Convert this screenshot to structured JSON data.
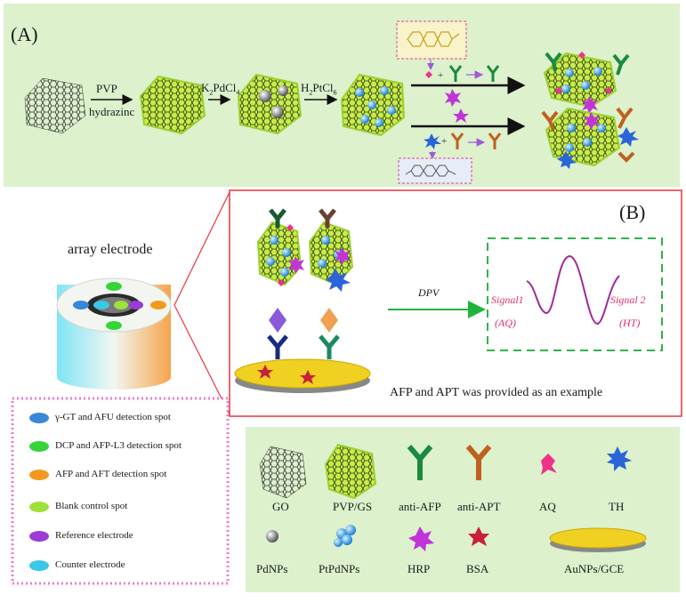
{
  "panel_a": {
    "label": "(A)",
    "step1_top": "PVP",
    "step1_bottom": "hydrazinc",
    "step2_main": "K",
    "step2_sub1": "2",
    "step2_mid": "PdCl",
    "step2_sub2": "4",
    "step3_main": "H",
    "step3_sub1": "2",
    "step3_mid": "PtCl",
    "step3_sub2": "6"
  },
  "panel_b": {
    "label": "(B)",
    "method": "DPV",
    "signal1": "Signal1",
    "signal1_sub": "(AQ)",
    "signal2": "Signal 2",
    "signal2_sub": "(HT)",
    "caption": "AFP and APT was provided as an example"
  },
  "array": {
    "title": "array electrode"
  },
  "spot_legend": [
    {
      "label": "γ-GT and  AFU detection spot",
      "color": "#3a86d9"
    },
    {
      "label": "DCP and AFP-L3 detection spot",
      "color": "#35d43a"
    },
    {
      "label": "AFP and AFT detection spot",
      "color": "#f39a1c"
    },
    {
      "label": "Blank control spot",
      "color": "#9fe03a"
    },
    {
      "label": "Reference electrode",
      "color": "#9b3bd8"
    },
    {
      "label": "Counter electrode",
      "color": "#39c8e8"
    }
  ],
  "key": {
    "go": "GO",
    "pvp_gs": "PVP/GS",
    "anti_afp": "anti-AFP",
    "anti_apt": "anti-APT",
    "aq": "AQ",
    "th": "TH",
    "pdnps": "PdNPs",
    "ptpdnps": "PtPdNPs",
    "hrp": "HRP",
    "bsa": "BSA",
    "aunps_gce": "AuNPs/GCE"
  },
  "colors": {
    "panel_green": "#d9f0c8",
    "red_border": "#e8353a",
    "dash_green": "#2fb24a",
    "pink_dash": "#f07ad0",
    "arrow_purple": "#a05ad8",
    "curve": "#a02a9a",
    "signal_red": "#e0306a"
  }
}
